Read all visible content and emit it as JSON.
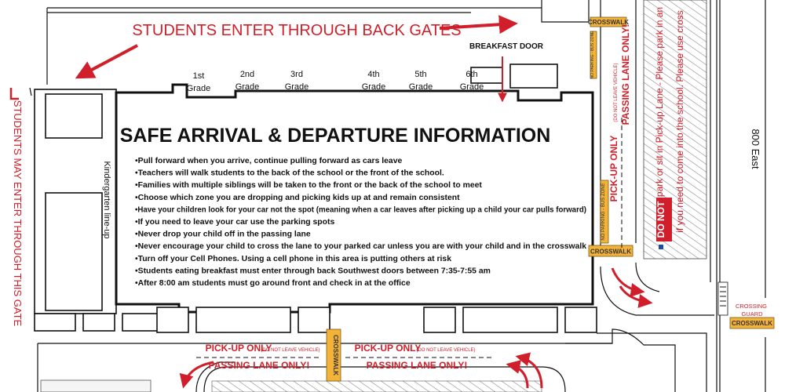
{
  "labels": {
    "enter_back": "STUDENTS ENTER THROUGH BACK GATES",
    "breakfast_door": "BREAKFAST DOOR",
    "side_gate": "STUDENTS MAY ENTER THROUGH THIS GATE",
    "kindergarten": "Kindergarten line-up",
    "grades": [
      {
        "line1": "1st",
        "line2": "Grade"
      },
      {
        "line1": "2nd",
        "line2": "Grade"
      },
      {
        "line1": "3rd",
        "line2": "Grade"
      },
      {
        "line1": "4th",
        "line2": "Grade"
      },
      {
        "line1": "5th",
        "line2": "Grade"
      },
      {
        "line1": "6th",
        "line2": "Grade"
      }
    ],
    "street": "800 East",
    "crossing_guard": "CROSSING GUARD",
    "crosswalk": "CROSSWALK",
    "no_parking": "NO PARKING - BUS ZONE",
    "no_parking_top": "NO PARKING - BUS ZONE",
    "pickup_only": "PICK-UP ONLY",
    "do_not_leave": "(DO NOT LEAVE VEHICLE)",
    "passing_lane": "PASSING LANE ONLY!",
    "do_not": "DO NOT",
    "right_note_1": "park or sit in Pick-up Lane - Please park in an",
    "right_note_2": "if you need to come into the school.  Please use cross"
  },
  "info": {
    "title": "SAFE ARRIVAL & DEPARTURE INFORMATION",
    "bullets": [
      "Pull forward when you arrive, continue pulling forward as cars leave",
      "Teachers will walk students to the back of the school or the front of the school.",
      "Families with multiple siblings will be taken to the front or the back of the school to meet",
      "Choose which zone you are dropping and picking kids up at and remain consistent",
      "Have your children look for your car not the spot (meaning when a car leaves after picking up a child your car pulls forward)",
      "If you need to leave your car use the parking spots",
      "Never drop your child off in the passing lane",
      "Never encourage your child to cross the lane to your parked car unless you are with your child and in the crosswalk",
      "Turn off your Cell Phones.  Using a cell phone in this area is putting others at risk",
      "Students eating breakfast must enter through back Southwest doors between 7:35-7:55 am",
      "After 8:00 am students must go around front and check in at the office"
    ]
  },
  "colors": {
    "red": "#d01f2a",
    "crosswalk": "#f3b238",
    "ink": "#111111"
  }
}
